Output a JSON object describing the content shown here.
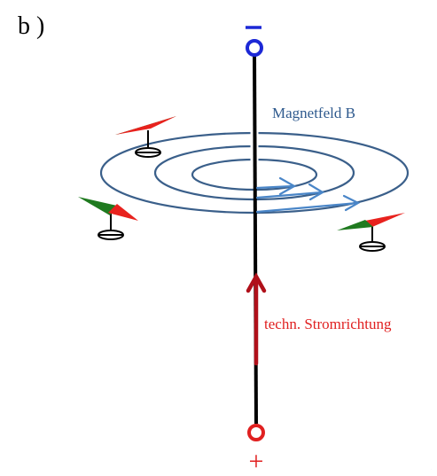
{
  "part_label": "b )",
  "top_terminal_sign": "–",
  "bottom_terminal_sign": "+",
  "field_label": "Magnetfeld  B",
  "current_label": "techn. Stromrichtung",
  "colors": {
    "wire": "#000000",
    "field_lines": "#3a5f8a",
    "field_arrows": "#4a86c8",
    "negative_terminal": "#1c28d6",
    "positive_terminal": "#e02020",
    "current_arrow": "#b0101a",
    "current_text": "#e02020",
    "field_text": "#2f5a8e",
    "needle_north": "#e8221e",
    "needle_south": "#1f7a1f",
    "needle_stand": "#000000"
  }
}
